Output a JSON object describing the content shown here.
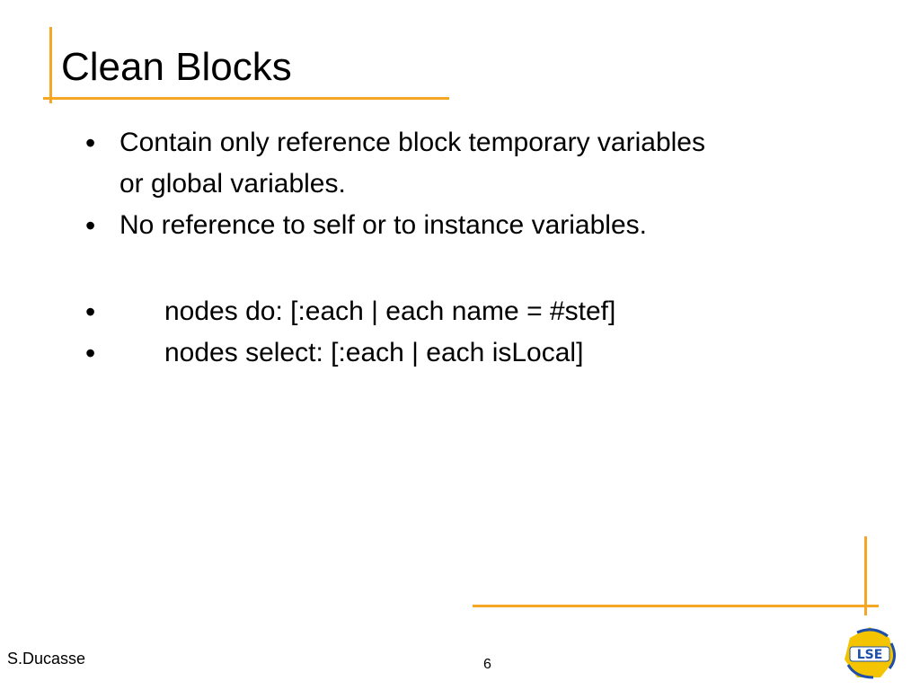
{
  "slide": {
    "title": "Clean Blocks",
    "bullets": [
      "Contain only reference block temporary variables",
      "or global variables.",
      "No reference to self or to instance variables.",
      "nodes do: [:each | each name = #stef]",
      "nodes select: [:each | each isLocal]"
    ],
    "bullet_glyph": "•",
    "author": "S.Ducasse",
    "page_number": "6",
    "logo_text": "LSE",
    "colors": {
      "accent": "#f5a623",
      "logo_fill": "#f5c400",
      "logo_blue": "#1f4fa8"
    }
  }
}
